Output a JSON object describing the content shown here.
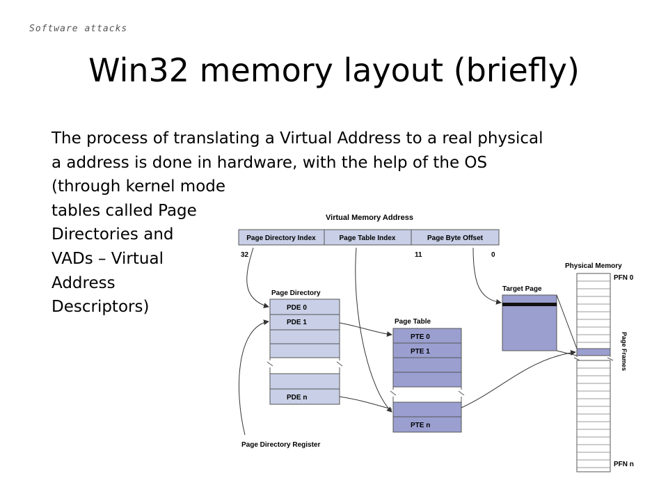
{
  "header": {
    "tag": "Software attacks"
  },
  "title": "Win32 memory layout (briefly)",
  "body": {
    "lines": [
      "The process of translating a Virtual Address to a real physical",
      "a address is done in hardware, with the help of the OS",
      "(through kernel mode",
      "tables called Page",
      "Directories and",
      "VADs – Virtual",
      "Address",
      "Descriptors)"
    ]
  },
  "diagram": {
    "colors": {
      "light_fill": "#c8cfe6",
      "dark_fill": "#9a9fd0",
      "border": "#555555",
      "arrow": "#333333"
    },
    "virtual_address": {
      "title": "Virtual Memory Address",
      "fields": [
        "Page Directory Index",
        "Page Table Index",
        "Page Byte Offset"
      ],
      "bit_labels": [
        "32",
        "11",
        "0"
      ]
    },
    "page_directory": {
      "title": "Page Directory",
      "entries": [
        "PDE 0",
        "PDE 1",
        "PDE n"
      ]
    },
    "page_table": {
      "title": "Page Table",
      "entries": [
        "PTE 0",
        "PTE 1",
        "PTE n"
      ]
    },
    "target_page": {
      "title": "Target Page"
    },
    "physical_memory": {
      "title": "Physical Memory",
      "labels": [
        "PFN 0",
        "Page Frames",
        "PFN n"
      ]
    },
    "register_label": "Page Directory Register"
  }
}
